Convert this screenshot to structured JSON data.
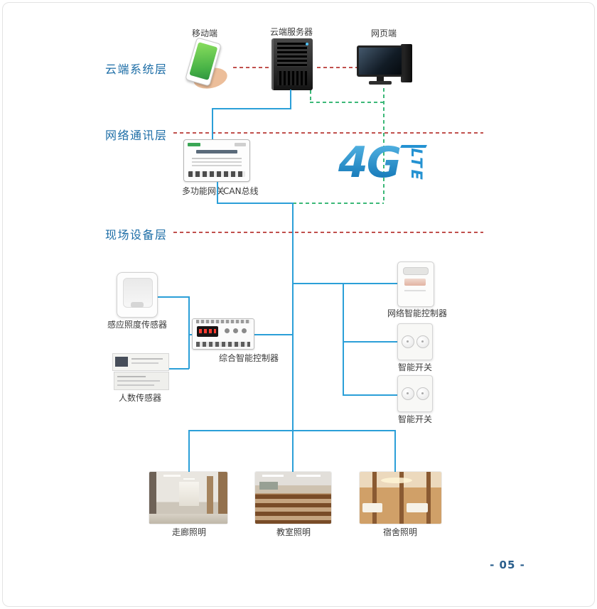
{
  "layers": {
    "cloud": "云端系统层",
    "network": "网络通讯层",
    "field": "现场设备层"
  },
  "nodes": {
    "mobile": "移动端",
    "cloud_server": "云端服务器",
    "web": "网页端",
    "gateway": "多功能网关",
    "can_bus": "CAN总线",
    "lte_4g": "4G",
    "lte": "LTE",
    "light_sensor": "感应照度传感器",
    "people_sensor": "人数传感器",
    "central_controller": "综合智能控制器",
    "network_controller": "网络智能控制器",
    "smart_switch_1": "智能开关",
    "smart_switch_2": "智能开关",
    "corridor": "走廊照明",
    "classroom": "教室照明",
    "dormitory": "宿舍照明"
  },
  "page": {
    "number": "- 05 -"
  },
  "colors": {
    "connector_blue": "#2b9fd8",
    "dashed_orange": "#c0504d",
    "dashed_green": "#3cb878",
    "layer_label_blue": "#1c6da6",
    "logo_blue": "#2492d2",
    "page_number_blue": "#2a5e8c"
  }
}
